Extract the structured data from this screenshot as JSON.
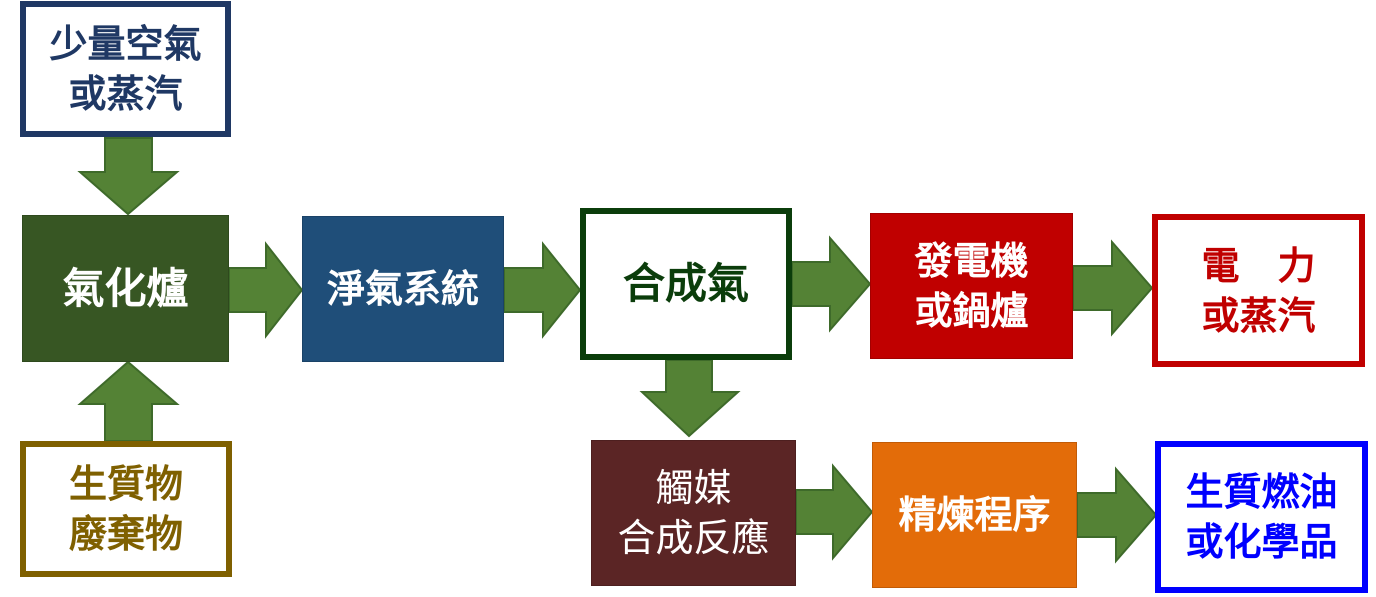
{
  "colors": {
    "arrow": "#548235",
    "navy": "#1f3864",
    "dark_green_fill": "#375623",
    "blue_fill": "#1f4e79",
    "dark_green_border": "#0b3d0b",
    "red_fill": "#c00000",
    "red_border": "#c00000",
    "gold_border": "#7f6000",
    "maroon_fill": "#5b2525",
    "orange_fill": "#e36c09",
    "blue_border": "#0000ff"
  },
  "nodes": {
    "air_steam": {
      "line1": "少量空氣",
      "line2": "或蒸汽"
    },
    "gasifier": {
      "line1": "氣化爐"
    },
    "purification": {
      "line1": "淨氣系統"
    },
    "syngas": {
      "line1": "合成氣"
    },
    "generator": {
      "line1": "發電機",
      "line2": "或鍋爐"
    },
    "power": {
      "line1": "電　力",
      "line2": "或蒸汽"
    },
    "biomass": {
      "line1": "生質物",
      "line2": "廢棄物"
    },
    "catalytic": {
      "line1": "觸媒",
      "line2": "合成反應"
    },
    "refining": {
      "line1": "精煉程序"
    },
    "fuel": {
      "line1": "生質燃油",
      "line2": "或化學品"
    }
  }
}
